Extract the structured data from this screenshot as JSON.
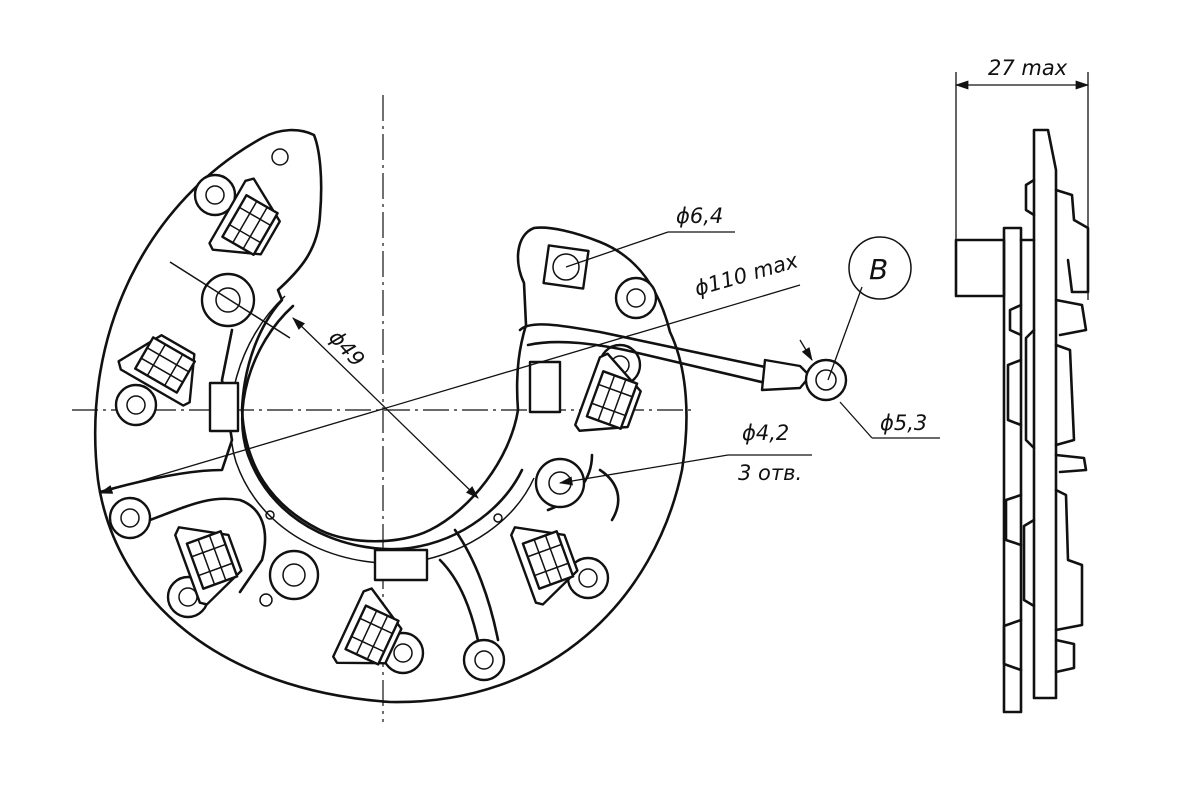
{
  "drawing": {
    "labels": {
      "hole_diameter_1": "ϕ6,4",
      "outer_diameter": "ϕ110 max",
      "inner_diameter": "ϕ49",
      "terminal_diameter": "ϕ5,3",
      "mount_hole_diameter": "ϕ4,2",
      "mount_hole_count": "3 отв.",
      "view_marker": "B",
      "thickness": "27 max"
    }
  }
}
